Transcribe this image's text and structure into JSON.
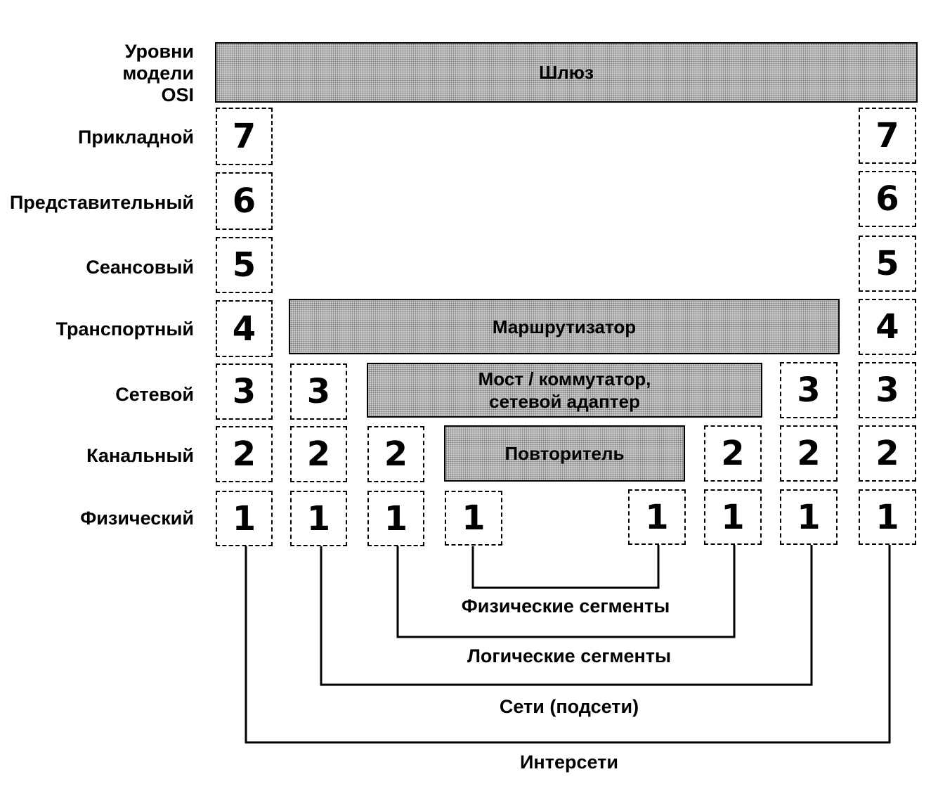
{
  "header": {
    "lines": [
      "Уровни",
      "модели",
      "OSI"
    ]
  },
  "layers": [
    {
      "num": "7",
      "name": "Прикладной"
    },
    {
      "num": "6",
      "name": "Представительный"
    },
    {
      "num": "5",
      "name": "Сеансовый"
    },
    {
      "num": "4",
      "name": "Транспортный"
    },
    {
      "num": "3",
      "name": "Сетевой"
    },
    {
      "num": "2",
      "name": "Канальный"
    },
    {
      "num": "1",
      "name": "Физический"
    }
  ],
  "devices": {
    "gateway": "Шлюз",
    "router": "Маршрутизатор",
    "bridge": [
      "Мост / коммутатор,",
      "сетевой адаптер"
    ],
    "repeater": "Повторитель"
  },
  "segments": {
    "physical": "Физические сегменты",
    "logical": "Логические сегменты",
    "networks": "Сети (подсети)",
    "internetworks": "Интерсети"
  }
}
